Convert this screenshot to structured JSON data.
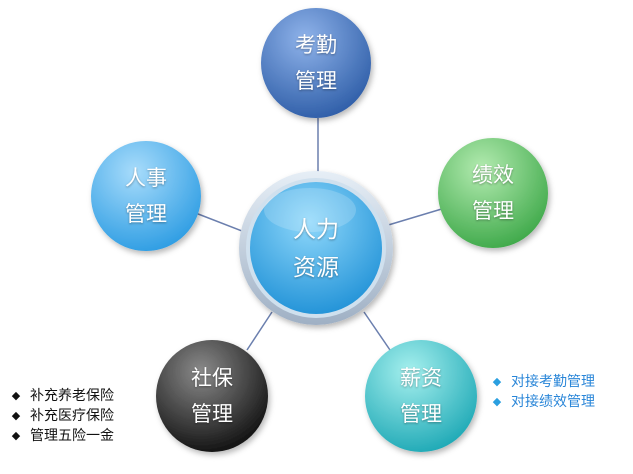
{
  "hub": {
    "lines": [
      "人力",
      "资源"
    ]
  },
  "nodes": {
    "attendance": {
      "lines": [
        "考勤",
        "管理"
      ]
    },
    "personnel": {
      "lines": [
        "人事",
        "管理"
      ]
    },
    "performance": {
      "lines": [
        "绩效",
        "管理"
      ]
    },
    "social_security": {
      "lines": [
        "社保",
        "管理"
      ]
    },
    "payroll": {
      "lines": [
        "薪资",
        "管理"
      ]
    }
  },
  "notes_left": {
    "bullet_icon": "black-diamond-icon",
    "items": [
      "补充养老保险",
      "补充医疗保险",
      "管理五险一金"
    ]
  },
  "notes_right": {
    "bullet_icon": "blue-diamond-icon",
    "items": [
      "对接考勤管理",
      "对接绩效管理"
    ]
  },
  "colors": {
    "attendance": "#3f74c2",
    "personnel": "#4fb3ee",
    "performance": "#5fc86a",
    "social_security": "#2a2a2a",
    "payroll": "#3ec6c9",
    "hub": "#3aa9e6",
    "connector": "#6b7fae"
  }
}
